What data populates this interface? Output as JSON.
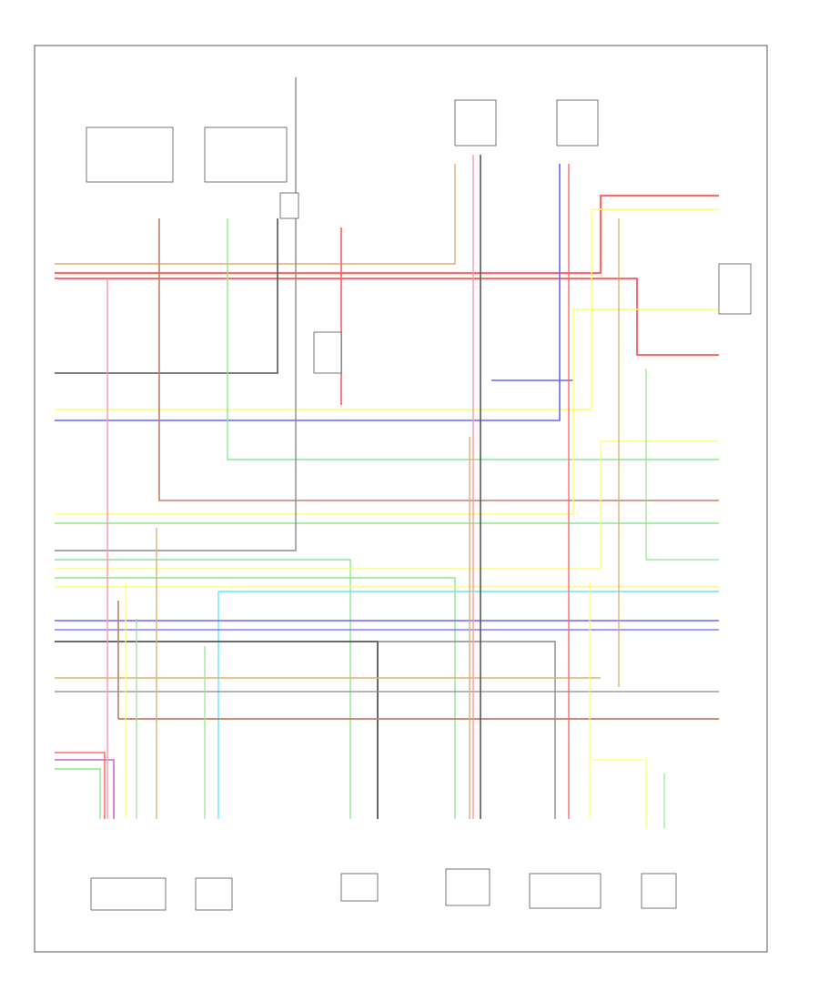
{
  "diagram": {
    "page_ref": "",
    "components": [
      {
        "id": "fuel-gauge",
        "label": ""
      },
      {
        "id": "coolant-temp",
        "label": ""
      },
      {
        "id": "vehicle-speed",
        "label": ""
      },
      {
        "id": "fuel-pump",
        "label": ""
      },
      {
        "id": "module",
        "label": ""
      },
      {
        "id": "oxygen-sensor",
        "label": ""
      }
    ]
  },
  "colors": {
    "red": "#ff6b6b",
    "pink": "#ff9aa8",
    "yellow": "#ffff66",
    "green": "#8ee68e",
    "blue": "#6666ff",
    "cyan": "#66e6ff",
    "tan": "#e0b070",
    "brown": "#c08060",
    "gray": "#8a8a8a",
    "dark": "#555555",
    "purple": "#cc66cc",
    "orange": "#ffb060"
  }
}
